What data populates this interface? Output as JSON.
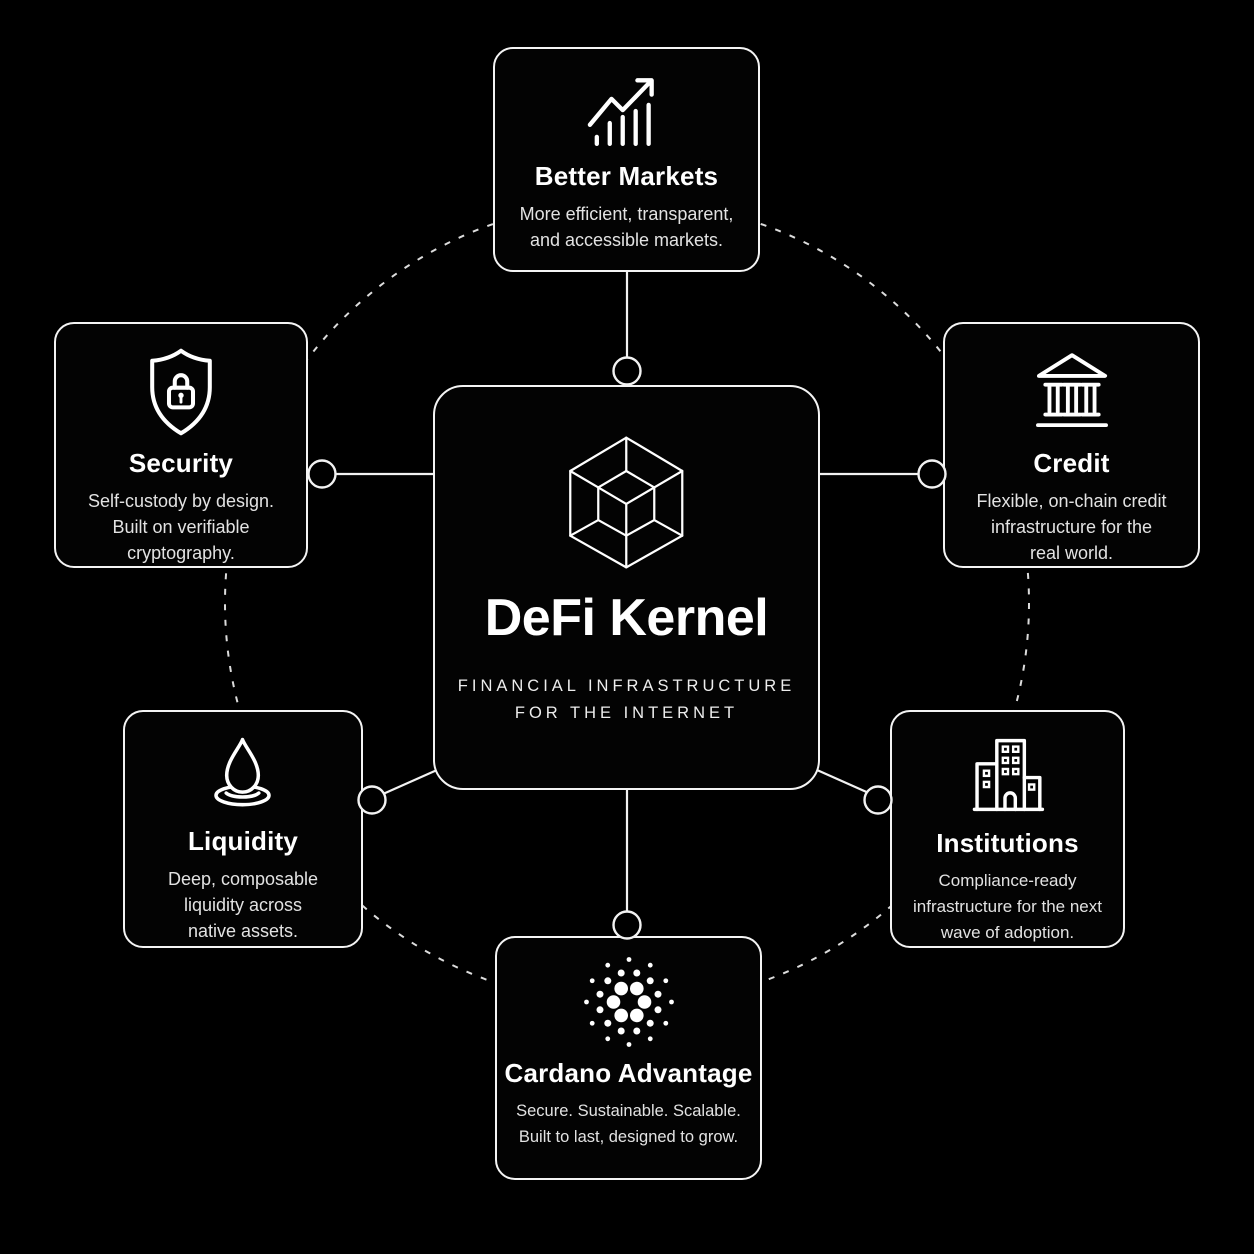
{
  "colors": {
    "background": "#000000",
    "card_background": "#030303",
    "card_border": "#f4f4f4",
    "title_text": "#ffffff",
    "body_text": "#e2e2e2",
    "connector_color": "#f2f2f2"
  },
  "center": {
    "icon": "hypercube-icon",
    "title": "DeFi Kernel",
    "subtitle_lines": [
      "FINANCIAL INFRASTRUCTURE",
      "FOR THE INTERNET"
    ]
  },
  "cards": [
    {
      "id": "better-markets",
      "icon": "trend-chart-icon",
      "title": "Better Markets",
      "lines": [
        "More efficient, transparent,",
        "and accessible markets."
      ]
    },
    {
      "id": "security",
      "icon": "shield-lock-icon",
      "title": "Security",
      "lines": [
        "Self-custody by design.",
        "Built on verifiable",
        "cryptography."
      ]
    },
    {
      "id": "credit",
      "icon": "bank-icon",
      "title": "Credit",
      "lines": [
        "Flexible, on-chain credit",
        "infrastructure for the",
        "real world."
      ]
    },
    {
      "id": "liquidity",
      "icon": "droplet-icon",
      "title": "Liquidity",
      "lines": [
        "Deep, composable",
        "liquidity across",
        "native assets."
      ]
    },
    {
      "id": "institutions",
      "icon": "buildings-icon",
      "title": "Institutions",
      "lines": [
        "Compliance-ready",
        "infrastructure for the next",
        "wave of adoption."
      ]
    },
    {
      "id": "cardano-advantage",
      "icon": "cardano-icon",
      "title": "Cardano Advantage",
      "lines": [
        "Secure. Sustainable. Scalable.",
        "Built to last, designed to grow."
      ]
    }
  ]
}
